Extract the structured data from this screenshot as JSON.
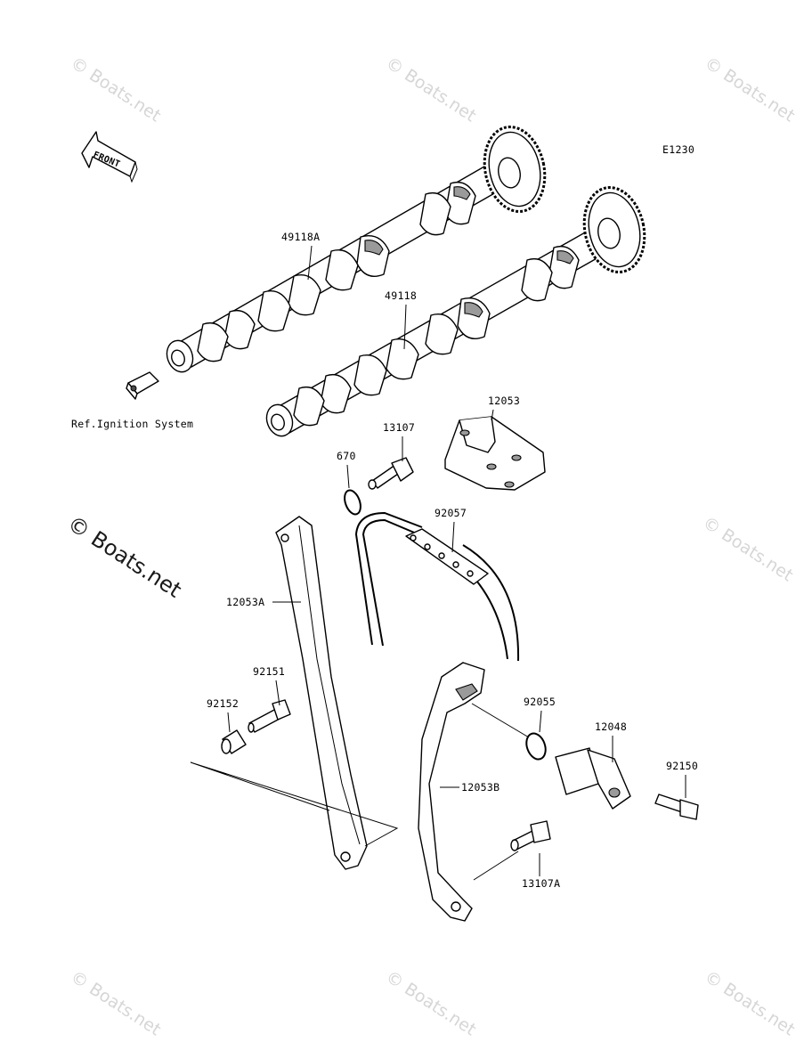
{
  "diagram": {
    "code": "E1230",
    "front_label": "FRONT",
    "ref_note": "Ref.Ignition System"
  },
  "parts": {
    "p49118A": "49118A",
    "p49118": "49118",
    "p12053": "12053",
    "p13107": "13107",
    "p670": "670",
    "p92057": "92057",
    "p12053A": "12053A",
    "p92151": "92151",
    "p92152": "92152",
    "p92055": "92055",
    "p12048": "12048",
    "p92150": "92150",
    "p12053B": "12053B",
    "p13107A": "13107A"
  },
  "watermark": {
    "text": "© Boats.net"
  }
}
